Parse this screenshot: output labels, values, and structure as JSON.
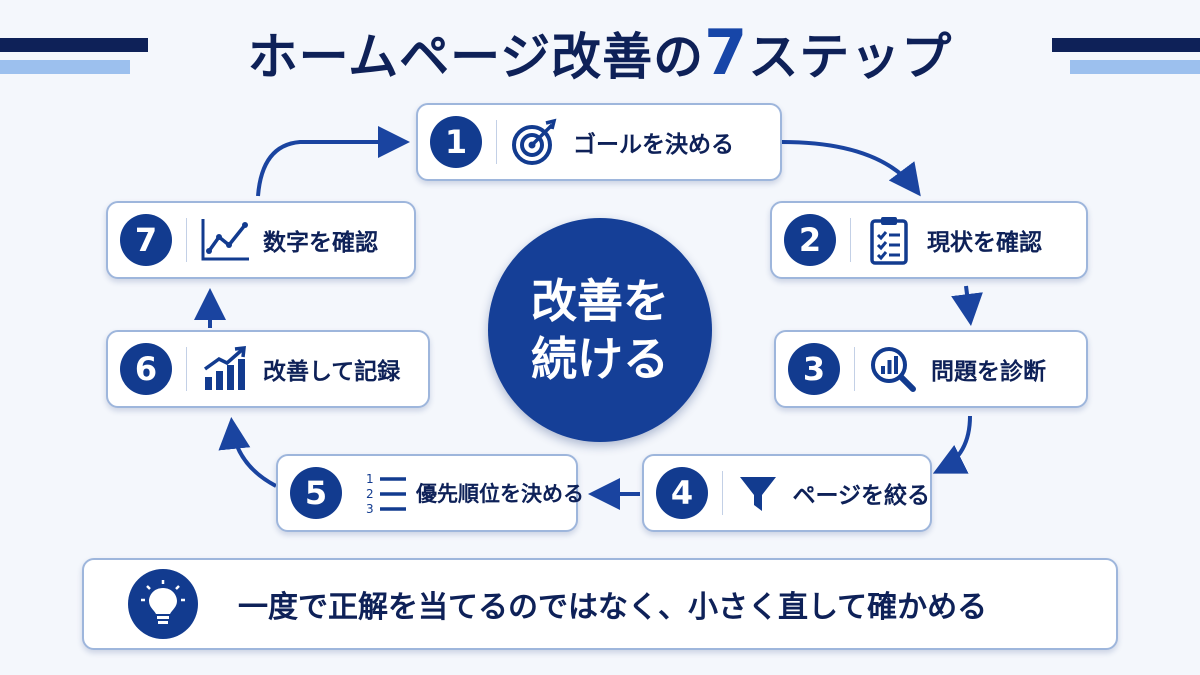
{
  "title": {
    "main": "ホームページ改善の",
    "number": "7",
    "tail": "ステップ"
  },
  "center": {
    "line1": "改善を",
    "line2": "続ける"
  },
  "steps": [
    {
      "number": "1",
      "label": "ゴールを決める",
      "icon": "target-icon"
    },
    {
      "number": "2",
      "label": "現状を確認",
      "icon": "clipboard-checklist-icon"
    },
    {
      "number": "3",
      "label": "問題を診断",
      "icon": "magnifier-chart-icon"
    },
    {
      "number": "4",
      "label": "ページを絞る",
      "icon": "funnel-icon"
    },
    {
      "number": "5",
      "label": "優先順位を決める",
      "icon": "numbered-list-icon"
    },
    {
      "number": "6",
      "label": "改善して記録",
      "icon": "growth-chart-icon"
    },
    {
      "number": "7",
      "label": "数字を確認",
      "icon": "line-chart-icon"
    }
  ],
  "tip": {
    "text": "一度で正解を当てるのではなく、小さく直して確かめる",
    "icon": "lightbulb-icon"
  },
  "colors": {
    "navy": "#123b8f",
    "dark_text": "#0e2158",
    "accent_blue": "#1746a8",
    "light_stripe": "#9cc0ee",
    "border": "#9eb6dc"
  }
}
